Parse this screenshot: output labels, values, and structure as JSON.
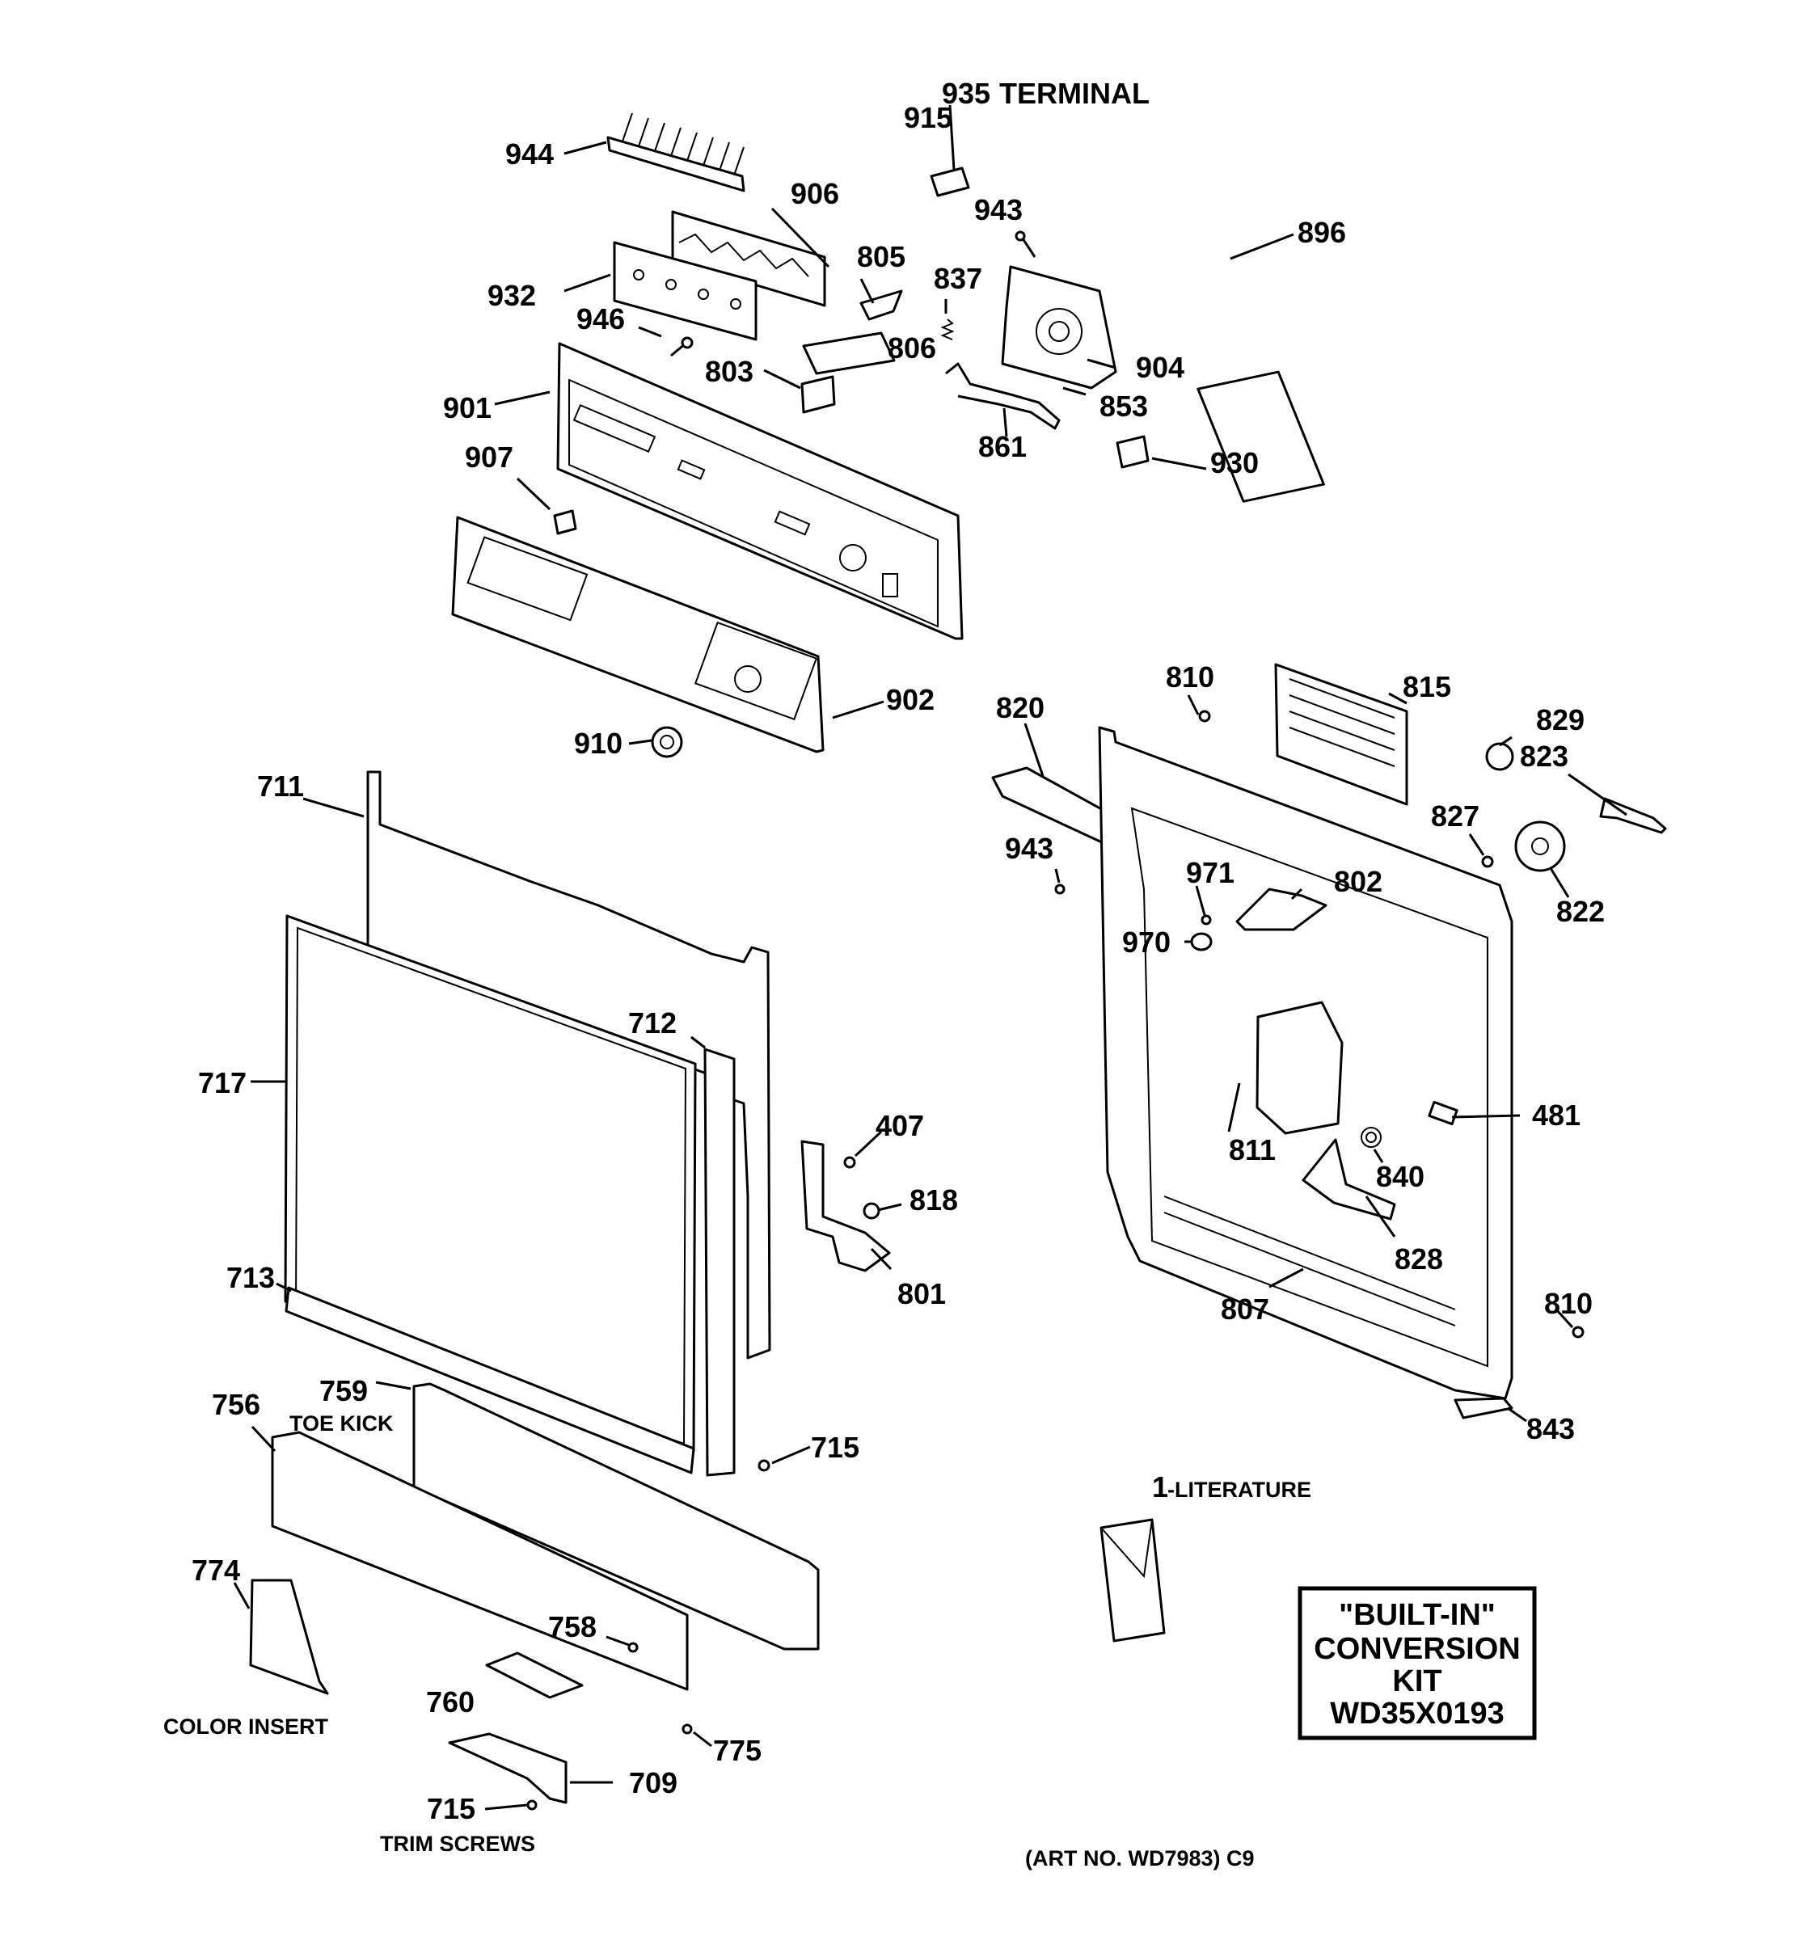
{
  "labels": {
    "p935": "935",
    "terminal": "TERMINAL",
    "p915": "915",
    "p944": "944",
    "p906": "906",
    "p943a": "943",
    "p896": "896",
    "p805": "805",
    "p837": "837",
    "p932": "932",
    "p946": "946",
    "p806": "806",
    "p803": "803",
    "p904": "904",
    "p901": "901",
    "p853": "853",
    "p861": "861",
    "p930": "930",
    "p907": "907",
    "p902": "902",
    "p910": "910",
    "p810a": "810",
    "p815": "815",
    "p820": "820",
    "p829": "829",
    "p823": "823",
    "p827": "827",
    "p943b": "943",
    "p971": "971",
    "p802": "802",
    "p822": "822",
    "p970": "970",
    "p711": "711",
    "p712": "712",
    "p717": "717",
    "p407": "407",
    "p818": "818",
    "p801": "801",
    "p713": "713",
    "p481": "481",
    "p811": "811",
    "p840": "840",
    "p828": "828",
    "p807": "807",
    "p810b": "810",
    "p843": "843",
    "p759": "759",
    "toe_kick": "TOE KICK",
    "p756": "756",
    "p715a": "715",
    "p774": "774",
    "color_insert": "COLOR INSERT",
    "p758": "758",
    "p760": "760",
    "p775": "775",
    "p709": "709",
    "p715b": "715",
    "trim_screws": "TRIM SCREWS",
    "literature_num": "1",
    "literature": "-LITERATURE",
    "art_no": "(ART NO. WD7983) C9"
  },
  "kit_box": {
    "line1": "\"BUILT-IN\"",
    "line2": "CONVERSION",
    "line3": "KIT",
    "line4": "WD35X0193"
  }
}
